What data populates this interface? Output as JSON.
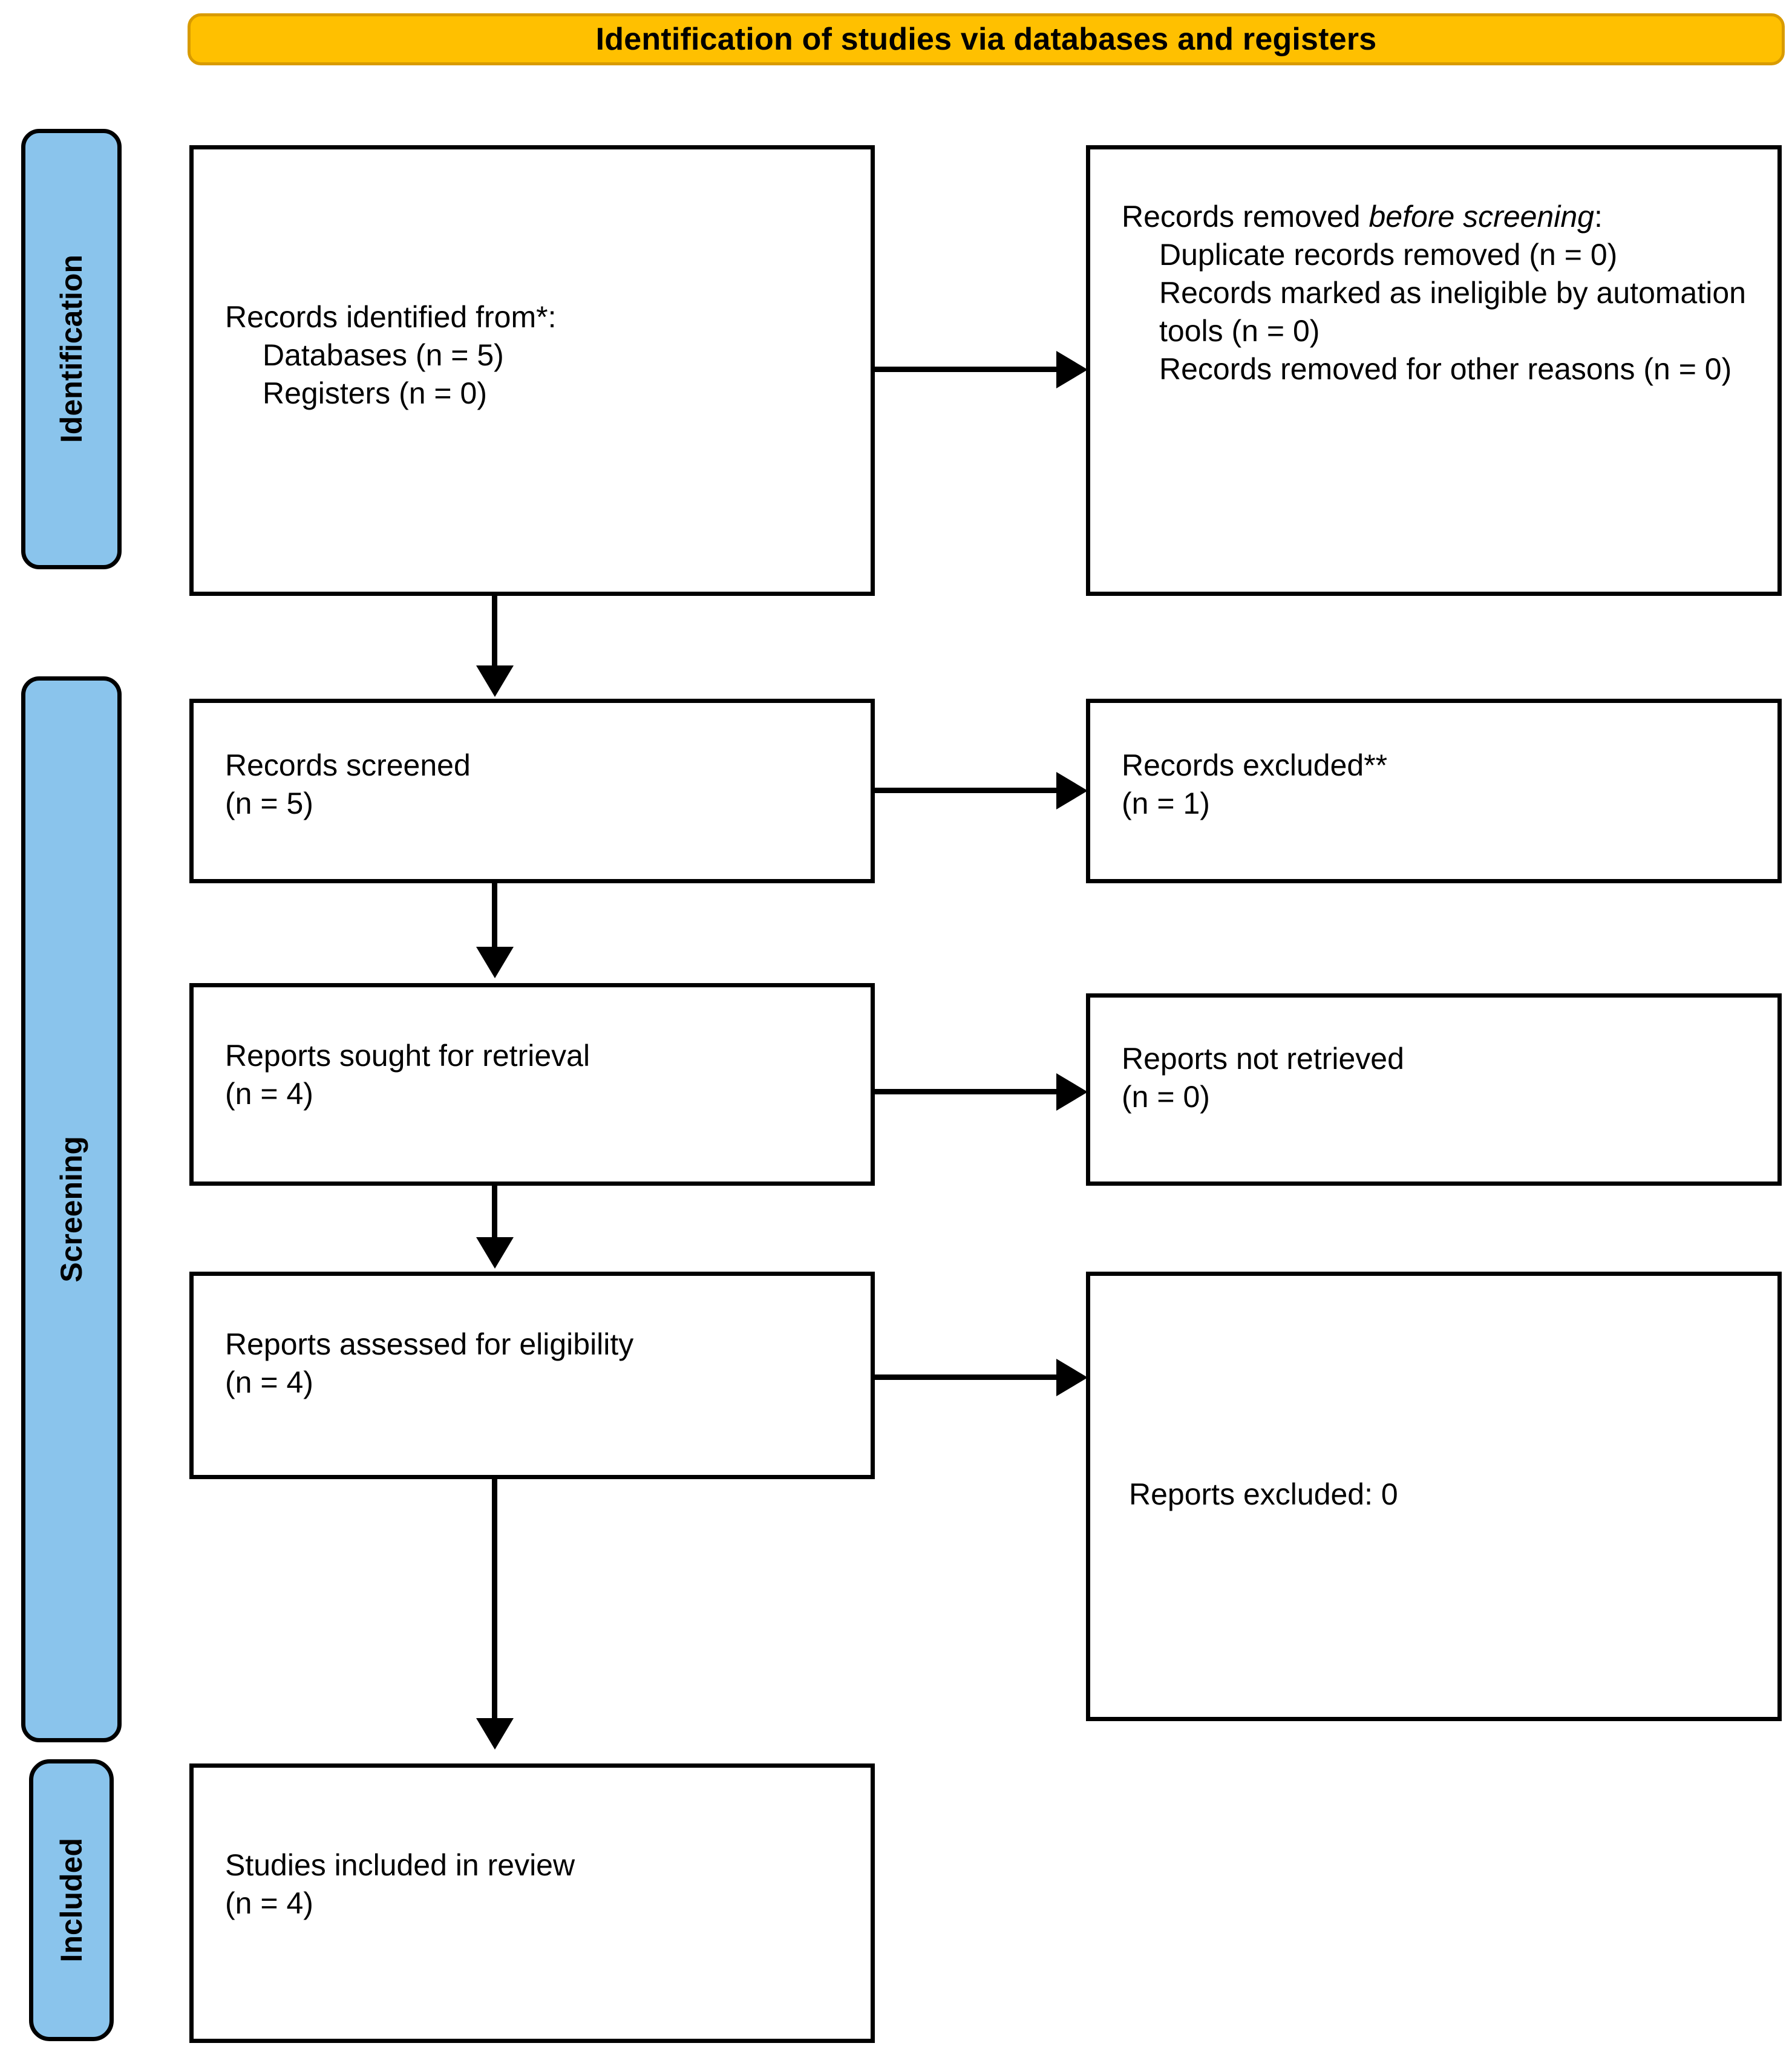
{
  "header": {
    "title": "Identification of studies via databases and registers",
    "fill_color": "#FFC000",
    "border_color": "#D99B00"
  },
  "stages": [
    {
      "id": "identification",
      "label": "Identification"
    },
    {
      "id": "screening",
      "label": "Screening"
    },
    {
      "id": "included",
      "label": "Included"
    }
  ],
  "stage_bar_color": "#8AC4EC",
  "boxes": {
    "identified": {
      "line1": "Records identified from*:",
      "line2": "Databases (n = 5)",
      "line3": "Registers (n = 0)"
    },
    "removed": {
      "line1_prefix": "Records removed ",
      "line1_italic": "before screening",
      "line1_suffix": ":",
      "line2": "Duplicate records removed (n = 0)",
      "line3": "Records marked as ineligible by automation tools (n = 0)",
      "line4": "Records removed for other reasons (n = 0)"
    },
    "screened": {
      "line1": "Records screened",
      "line2": "(n = 5)"
    },
    "records_excluded": {
      "line1": "Records excluded**",
      "line2": "(n = 1)"
    },
    "sought": {
      "line1": "Reports sought for retrieval",
      "line2": "(n = 4)"
    },
    "not_retrieved": {
      "line1": "Reports not retrieved",
      "line2": "(n = 0)"
    },
    "assessed": {
      "line1": "Reports assessed for eligibility",
      "line2": "(n = 4)"
    },
    "reports_excluded": {
      "line1": "Reports excluded: 0"
    },
    "included": {
      "line1": "Studies included in review",
      "line2": "(n = 4)"
    }
  },
  "chart_data": {
    "type": "diagram",
    "title": "Identification of studies via databases and registers",
    "nodes": [
      {
        "id": "identified",
        "stage": "Identification",
        "label": "Records identified from*: Databases (n = 5); Registers (n = 0)",
        "n": 5
      },
      {
        "id": "removed",
        "stage": "Identification",
        "label": "Records removed before screening: Duplicate records removed (n = 0); Records marked as ineligible by automation tools (n = 0); Records removed for other reasons (n = 0)",
        "n": 0
      },
      {
        "id": "screened",
        "stage": "Screening",
        "label": "Records screened (n = 5)",
        "n": 5
      },
      {
        "id": "records_excluded",
        "stage": "Screening",
        "label": "Records excluded** (n = 1)",
        "n": 1
      },
      {
        "id": "sought",
        "stage": "Screening",
        "label": "Reports sought for retrieval (n = 4)",
        "n": 4
      },
      {
        "id": "not_retrieved",
        "stage": "Screening",
        "label": "Reports not retrieved (n = 0)",
        "n": 0
      },
      {
        "id": "assessed",
        "stage": "Screening",
        "label": "Reports assessed for eligibility (n = 4)",
        "n": 4
      },
      {
        "id": "reports_excluded",
        "stage": "Screening",
        "label": "Reports excluded: 0",
        "n": 0
      },
      {
        "id": "included",
        "stage": "Included",
        "label": "Studies included in review (n = 4)",
        "n": 4
      }
    ],
    "edges": [
      {
        "from": "identified",
        "to": "removed",
        "direction": "right"
      },
      {
        "from": "identified",
        "to": "screened",
        "direction": "down"
      },
      {
        "from": "screened",
        "to": "records_excluded",
        "direction": "right"
      },
      {
        "from": "screened",
        "to": "sought",
        "direction": "down"
      },
      {
        "from": "sought",
        "to": "not_retrieved",
        "direction": "right"
      },
      {
        "from": "sought",
        "to": "assessed",
        "direction": "down"
      },
      {
        "from": "assessed",
        "to": "reports_excluded",
        "direction": "right"
      },
      {
        "from": "assessed",
        "to": "included",
        "direction": "down"
      }
    ]
  }
}
